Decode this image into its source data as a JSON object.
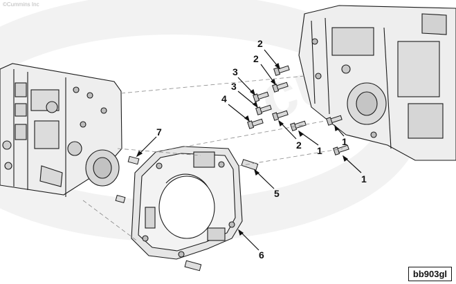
{
  "copyright": "©Cummins Inc",
  "watermark": "cummins",
  "figure_code": "bb903gl",
  "callouts": [
    "2",
    "2",
    "3",
    "3",
    "4",
    "2",
    "1",
    "1",
    "1",
    "7",
    "5",
    "6"
  ],
  "colors": {
    "line": "#1a1a1a",
    "fill_light": "#e9e9e9",
    "fill_mid": "#cfcfcf",
    "watermark": "#f0f0f0"
  }
}
